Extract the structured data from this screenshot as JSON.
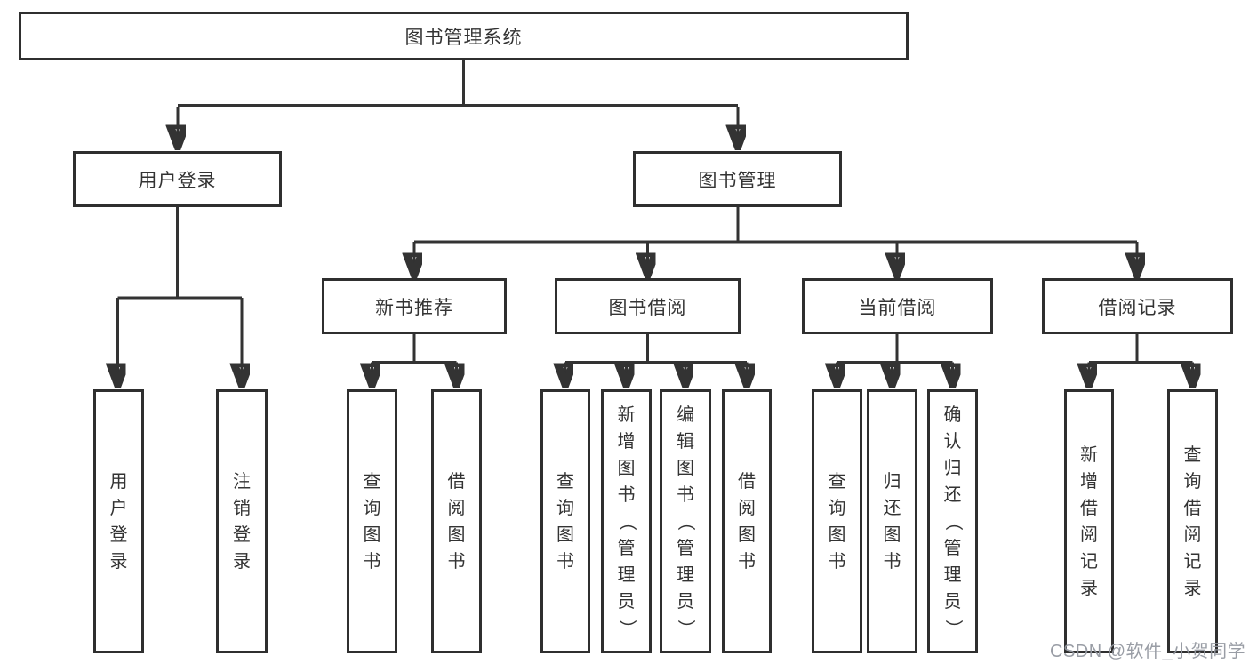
{
  "title": "图书管理系统",
  "watermark": "CSDN @软件_小贺同学",
  "colors": {
    "line": "#333333",
    "text": "#333333",
    "box_background": "#ffffff",
    "watermark": "#9498a0"
  },
  "nodes": {
    "root": {
      "label": "图书管理系统"
    },
    "user_login": {
      "label": "用户登录"
    },
    "book_mgmt": {
      "label": "图书管理"
    },
    "new_book_rec": {
      "label": "新书推荐"
    },
    "book_borrow": {
      "label": "图书借阅"
    },
    "current_borrow": {
      "label": "当前借阅"
    },
    "borrow_records": {
      "label": "借阅记录"
    },
    "login": {
      "label": "用户登录"
    },
    "logout": {
      "label": "注销登录"
    },
    "rec_query_books": {
      "label": "查询图书"
    },
    "rec_borrow_books": {
      "label": "借阅图书"
    },
    "bor_query_books": {
      "label": "查询图书"
    },
    "bor_add_books": {
      "label": "新增图书（管理员）"
    },
    "bor_edit_books": {
      "label": "编辑图书（管理员）"
    },
    "bor_borrow_books": {
      "label": "借阅图书"
    },
    "cur_query_books": {
      "label": "查询图书"
    },
    "cur_return_books": {
      "label": "归还图书"
    },
    "cur_confirm_return": {
      "label": "确认归还（管理员）"
    },
    "hist_add_record": {
      "label": "新增借阅记录"
    },
    "hist_query_record": {
      "label": "查询借阅记录"
    }
  },
  "edges": [
    [
      "图书管理系统",
      "用户登录"
    ],
    [
      "图书管理系统",
      "图书管理"
    ],
    [
      "用户登录",
      "用户登录"
    ],
    [
      "用户登录",
      "注销登录"
    ],
    [
      "图书管理",
      "新书推荐"
    ],
    [
      "图书管理",
      "图书借阅"
    ],
    [
      "图书管理",
      "当前借阅"
    ],
    [
      "图书管理",
      "借阅记录"
    ],
    [
      "新书推荐",
      "查询图书"
    ],
    [
      "新书推荐",
      "借阅图书"
    ],
    [
      "图书借阅",
      "查询图书"
    ],
    [
      "图书借阅",
      "新增图书（管理员）"
    ],
    [
      "图书借阅",
      "编辑图书（管理员）"
    ],
    [
      "图书借阅",
      "借阅图书"
    ],
    [
      "当前借阅",
      "查询图书"
    ],
    [
      "当前借阅",
      "归还图书"
    ],
    [
      "当前借阅",
      "确认归还（管理员）"
    ],
    [
      "借阅记录",
      "新增借阅记录"
    ],
    [
      "借阅记录",
      "查询借阅记录"
    ]
  ]
}
